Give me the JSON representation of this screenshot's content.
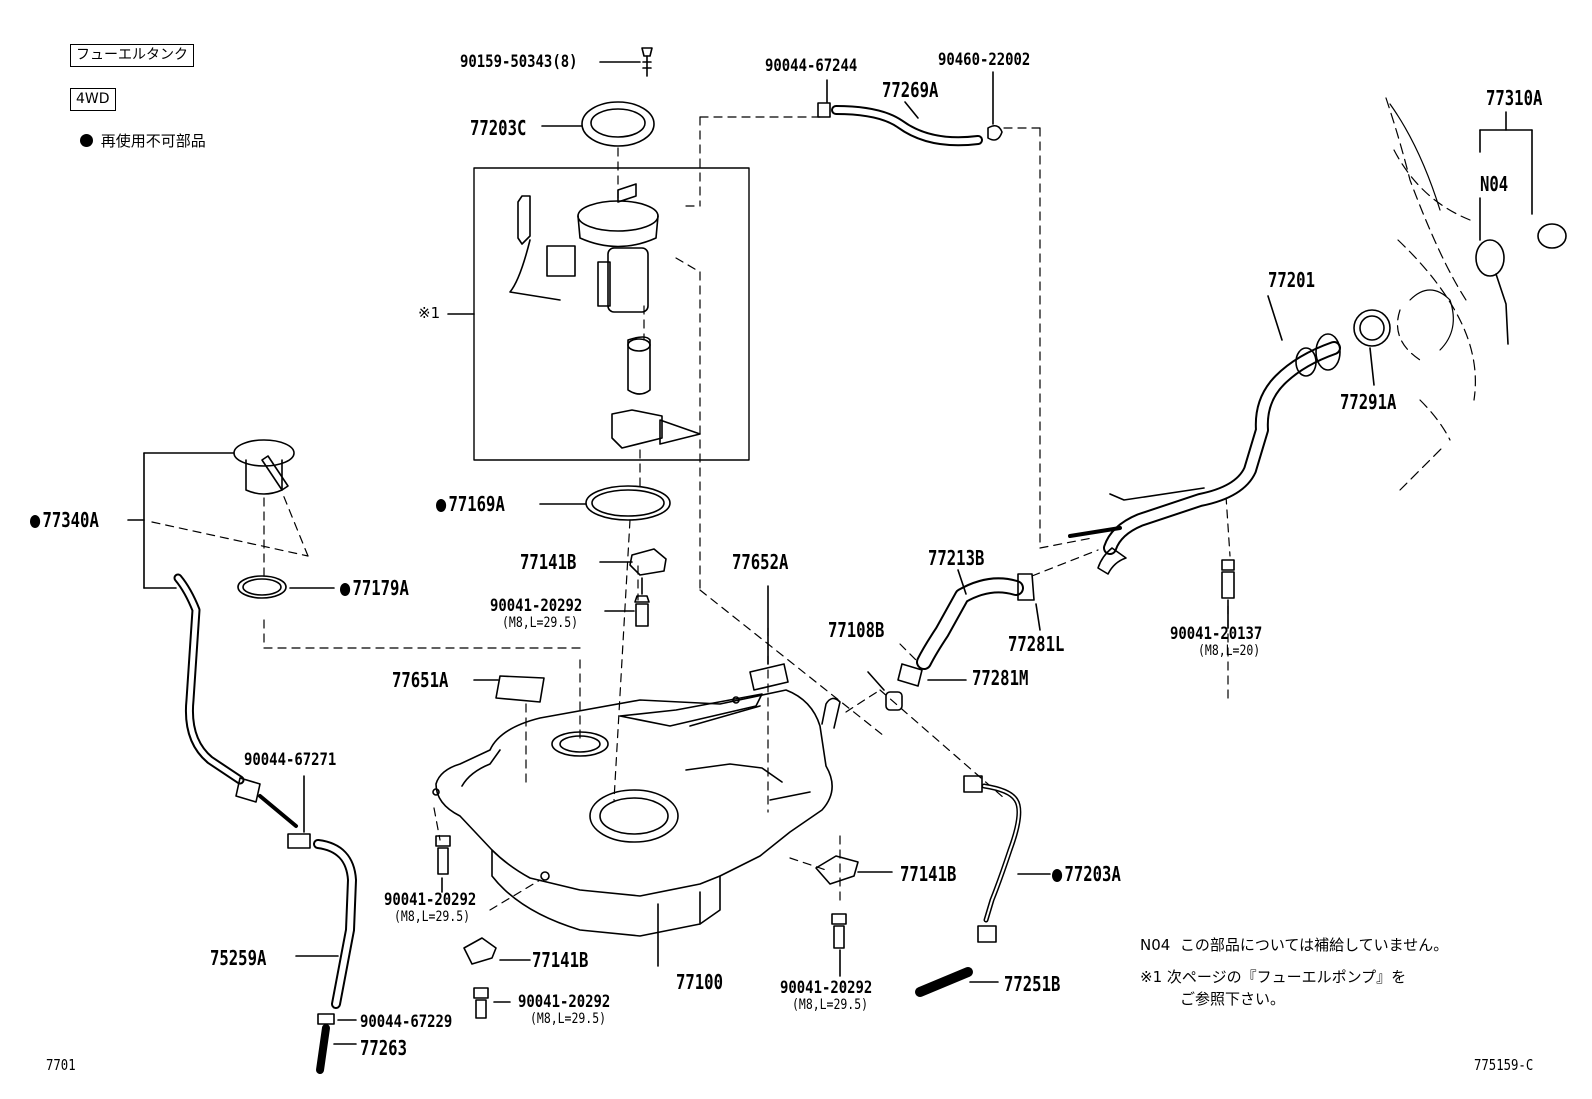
{
  "header": {
    "title_box": "フューエルタンク",
    "variant_box": "4WD",
    "legend_symbol": "●",
    "legend_text": "再使用不可部品"
  },
  "parts": {
    "p90159": "90159-50343(8)",
    "p77203C": "77203C",
    "p90044_67244": "90044-67244",
    "p77269A": "77269A",
    "p90460": "90460-22002",
    "p77310A": "77310A",
    "pN04": "N04",
    "p77201": "77201",
    "p77291A": "77291A",
    "p_note1": "※1",
    "p77169A": "77169A",
    "p77141B_top": "77141B",
    "p90041_top": "90041-20292",
    "p90041_top_sub": "(M8,L=29.5)",
    "p77652A": "77652A",
    "p77213B": "77213B",
    "p77281L": "77281L",
    "p90041_20137": "90041-20137",
    "p90041_20137_sub": "(M8,L=20)",
    "p77108B": "77108B",
    "p77281M": "77281M",
    "p77651A": "77651A",
    "p77340A": "77340A",
    "p77179A": "77179A",
    "p90044_67271": "90044-67271",
    "p90041_left": "90041-20292",
    "p90041_left_sub": "(M8,L=29.5)",
    "p75259A": "75259A",
    "p77141B_bottom": "77141B",
    "p90041_bottom": "90041-20292",
    "p90041_bottom_sub": "(M8,L=29.5)",
    "p90044_67229": "90044-67229",
    "p77263": "77263",
    "p77100": "77100",
    "p77141B_right": "77141B",
    "p90041_right": "90041-20292",
    "p90041_right_sub": "(M8,L=29.5)",
    "p77203A": "77203A",
    "p77251B": "77251B"
  },
  "notes": {
    "n04_key": "N04",
    "n04_text": "この部品については補給していません。",
    "note1_key": "※1",
    "note1_text_1": "次ページの『フューエルポンプ』を",
    "note1_text_2": "ご参照下さい。"
  },
  "footer": {
    "page_code": "7701",
    "figure_code": "775159-C"
  }
}
